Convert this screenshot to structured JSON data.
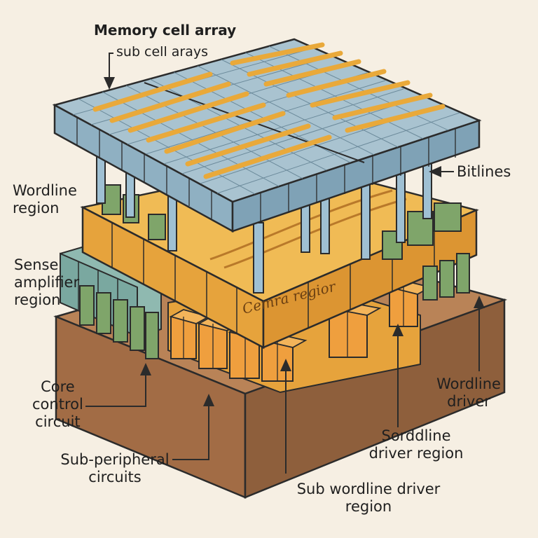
{
  "labels": {
    "memory_cell_array": "Memory cell array",
    "sub_cell_arrays": "sub cell arays",
    "bitlines": "Bitlines",
    "wordline_region": [
      "Wordline",
      "region"
    ],
    "sense_amplifier_region": [
      "Sense",
      "amplifier",
      "region"
    ],
    "core_control_circuit": [
      "Core",
      "control",
      "circuit"
    ],
    "sub_peripheral_circuits": [
      "Sub-peripheral",
      "circuits"
    ],
    "sub_wordline_driver_region": [
      "Sub wordline driver",
      "region"
    ],
    "sorddline_driver_region": [
      "Sorddline",
      "driver region"
    ],
    "wordline_driver": [
      "Wordline",
      "driver"
    ],
    "central_region": "Cemra regior"
  },
  "colors": {
    "background": "#f6efe3",
    "cell_array_top": "#a9c3d0",
    "cell_array_side": "#8fb0c2",
    "cell_array_front": "#7fa2b6",
    "wordline_strip": "#e9a93a",
    "orange_layer_top": "#f0bb55",
    "orange_layer_side": "#e6a33c",
    "driver_blocks": "#ef9f3e",
    "green_blocks": "#7fa56a",
    "blue_green_blocks": "#7aa8a0",
    "base_top": "#b98357",
    "base_side": "#94633f",
    "outline": "#2b2b2b"
  }
}
